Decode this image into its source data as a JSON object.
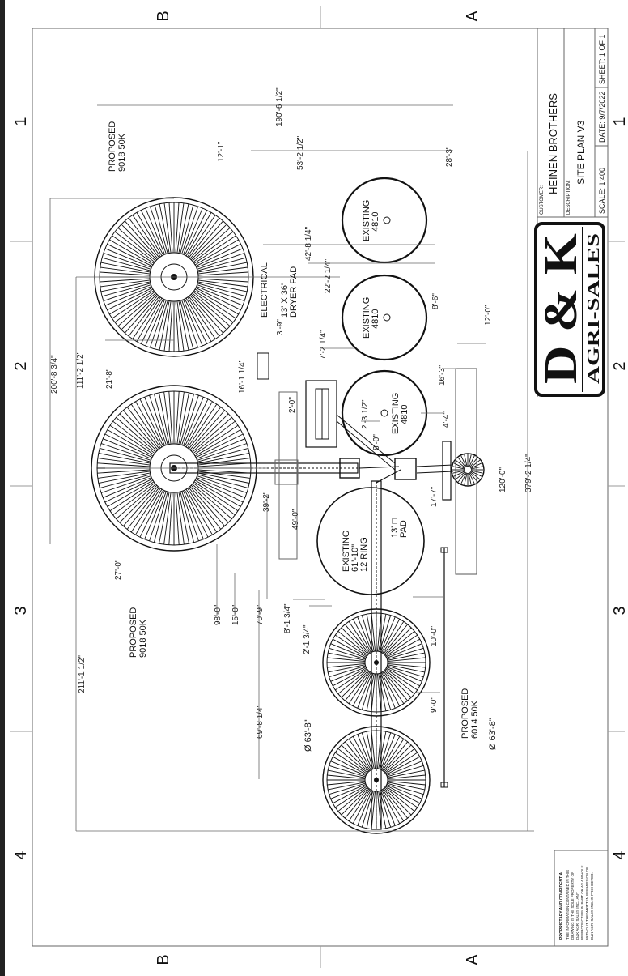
{
  "grid": {
    "letters": [
      "B",
      "A"
    ],
    "numbers": [
      "1",
      "2",
      "3",
      "4"
    ]
  },
  "title_block": {
    "customer_label": "CUSTOMER:",
    "customer": "HEINEN BROTHERS",
    "description_label": "DESCRIPTION:",
    "description": "SITE PLAN V3",
    "scale": "SCALE: 1:400",
    "date": "DATE: 9/7/2022",
    "sheet": "SHEET: 1 OF 1",
    "logo_main": "D & K",
    "logo_sub": "AGRI-SALES",
    "proprietary_title": "PROPRIETARY AND CONFIDENTIAL",
    "proprietary_lines": [
      "THE INFORMATION CONTAINED IN THIS",
      "DRAWING IS THE SOLE PROPERTY OF",
      "D&K AGRI SALES INC.. ANY",
      "REPRODUCTION IN PART OR AS A WHOLE",
      "WITHOUT THE WRITTEN PERMISSION OF",
      "D&K AGRI SALES INC. IS PROHIBITED."
    ]
  },
  "labels": {
    "proposed_9018_top": [
      "PROPOSED",
      "9018 50K"
    ],
    "proposed_9018_bottom": [
      "PROPOSED",
      "9018 50K"
    ],
    "existing_4810": [
      "EXISTING",
      "4810"
    ],
    "existing_ring": [
      "EXISTING",
      "61'-10\"",
      "12 RING"
    ],
    "proposed_6014": [
      "PROPOSED",
      "6014 50K"
    ],
    "electrical": "ELECTRICAL",
    "dryer_pad": [
      "13' X 36'",
      "DRYER PAD"
    ],
    "pad_13": [
      "13' □",
      "PAD"
    ],
    "dia_1": "Ø 63'-8\"",
    "dia_2": "Ø 63'-8\""
  },
  "dimensions": {
    "d_190_6_half": "190'-6 1/2\"",
    "d_12_1": "12'-1\"",
    "d_53_2_half": "53'-2 1/2\"",
    "d_28_3": "28'-3\"",
    "d_42_8_quarter": "42'-8 1/4\"",
    "d_22_2_quarter": "22'-2 1/4\"",
    "d_8_6": "8'-6\"",
    "d_3_9": "3'-9\"",
    "d_7_2_quarter": "7'-2 1/4\"",
    "d_12_0": "12'-0\"",
    "d_16_3": "16'-3\"",
    "d_16_1_quarter": "16'-1 1/4\"",
    "d_2_0": "2'-0\"",
    "d_2_3_half": "2'-3 1/2\"",
    "d_8_0": "8'-0\"",
    "d_4_4": "4'-4\"",
    "d_200_8_3q": "200'-8 3/4\"",
    "d_111_2_half": "111'-2 1/2\"",
    "d_21_8": "21'-8\"",
    "d_39_2": "39'-2\"",
    "d_49_0": "49'-0\"",
    "d_17_7": "17'-7\"",
    "d_120_0": "120'-0\"",
    "d_379_2_quarter": "379'-2 1/4\"",
    "d_27_0": "27'-0\"",
    "d_98_0": "98'-0\"",
    "d_15_0": "15'-0\"",
    "d_70_9": "70'-9\"",
    "d_8_1_3q": "8'-1 3/4\"",
    "d_2_1_3q": "2'-1 3/4\"",
    "d_10_0": "10'-0\"",
    "d_9_0": "9'-0\"",
    "d_211_1_half": "211'-1 1/2\"",
    "d_69_8_quarter": "69'-8 1/4\""
  }
}
